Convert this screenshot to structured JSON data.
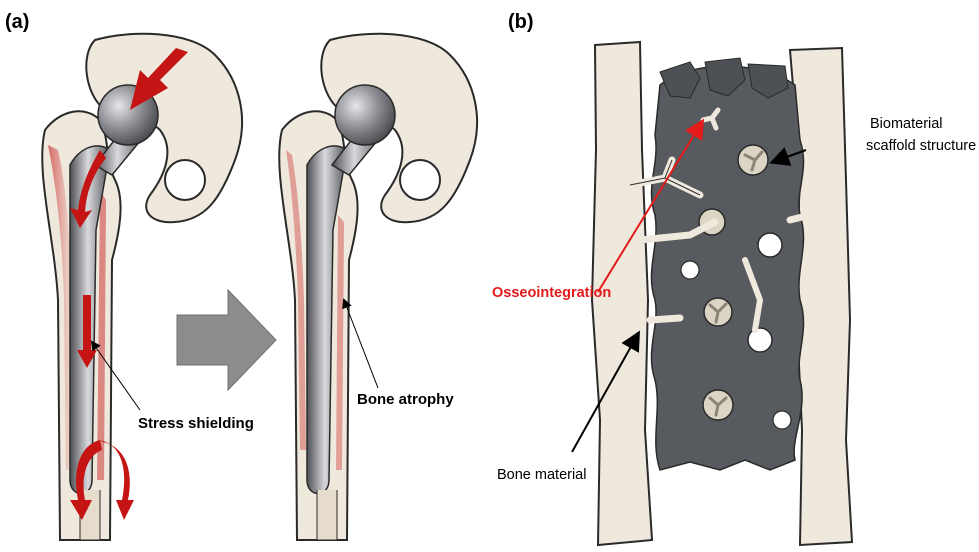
{
  "panels": {
    "a": {
      "label": "(a)",
      "annotations": {
        "stress_shielding": "Stress shielding",
        "bone_atrophy": "Bone atrophy"
      }
    },
    "b": {
      "label": "(b)",
      "annotations": {
        "biomaterial_line1": "Biomaterial",
        "biomaterial_line2": "scaffold structure",
        "osseointegration": "Osseointegration",
        "bone_material": "Bone material"
      }
    }
  },
  "colors": {
    "bone": "#efe8dc",
    "bone_outline": "#2a2a2a",
    "implant_dark": "#5f6166",
    "implant_light": "#c9cbce",
    "stress_red": "#c41414",
    "osseo_red": "#e41a1a",
    "scaffold": "#575a5e",
    "arrow_grey": "#8c8c8c"
  }
}
